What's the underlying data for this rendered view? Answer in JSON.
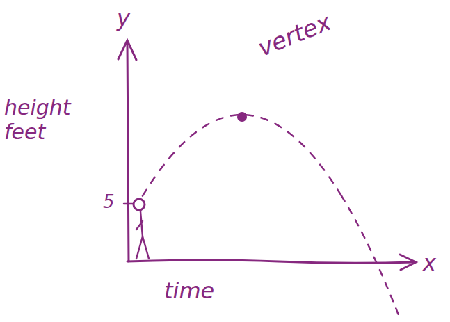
{
  "diagram": {
    "labels": [
      "y",
      "vertex",
      "height feet",
      "5",
      "x",
      "time"
    ]
  }
}
